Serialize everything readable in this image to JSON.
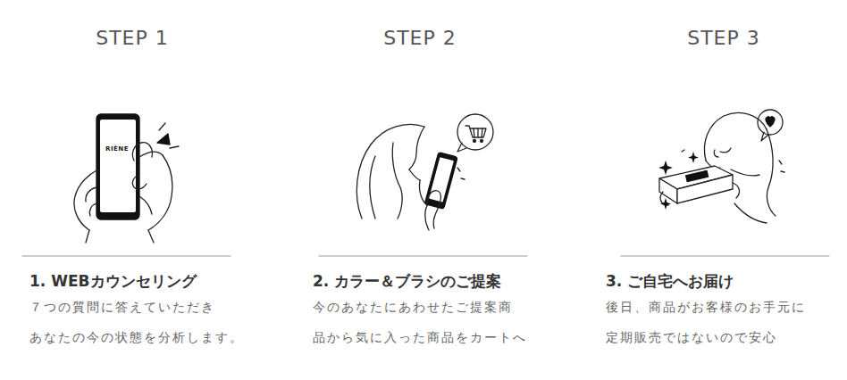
{
  "diagram": {
    "labels": [
      "STEP 1",
      "STEP 2",
      "STEP 3",
      "RIÈNE",
      "1. WEBカウンセリング",
      "７つの質問に答えていただき",
      "あなたの今の状態を分析します。",
      "2. カラー＆ブラシのご提案",
      "今のあなたにあわせたご提案商",
      "品から気に入った商品をカートへ",
      "3. ご自宅へお届け",
      "後日、商品がお客様のお手元に",
      "定期販売ではないので安心"
    ]
  }
}
